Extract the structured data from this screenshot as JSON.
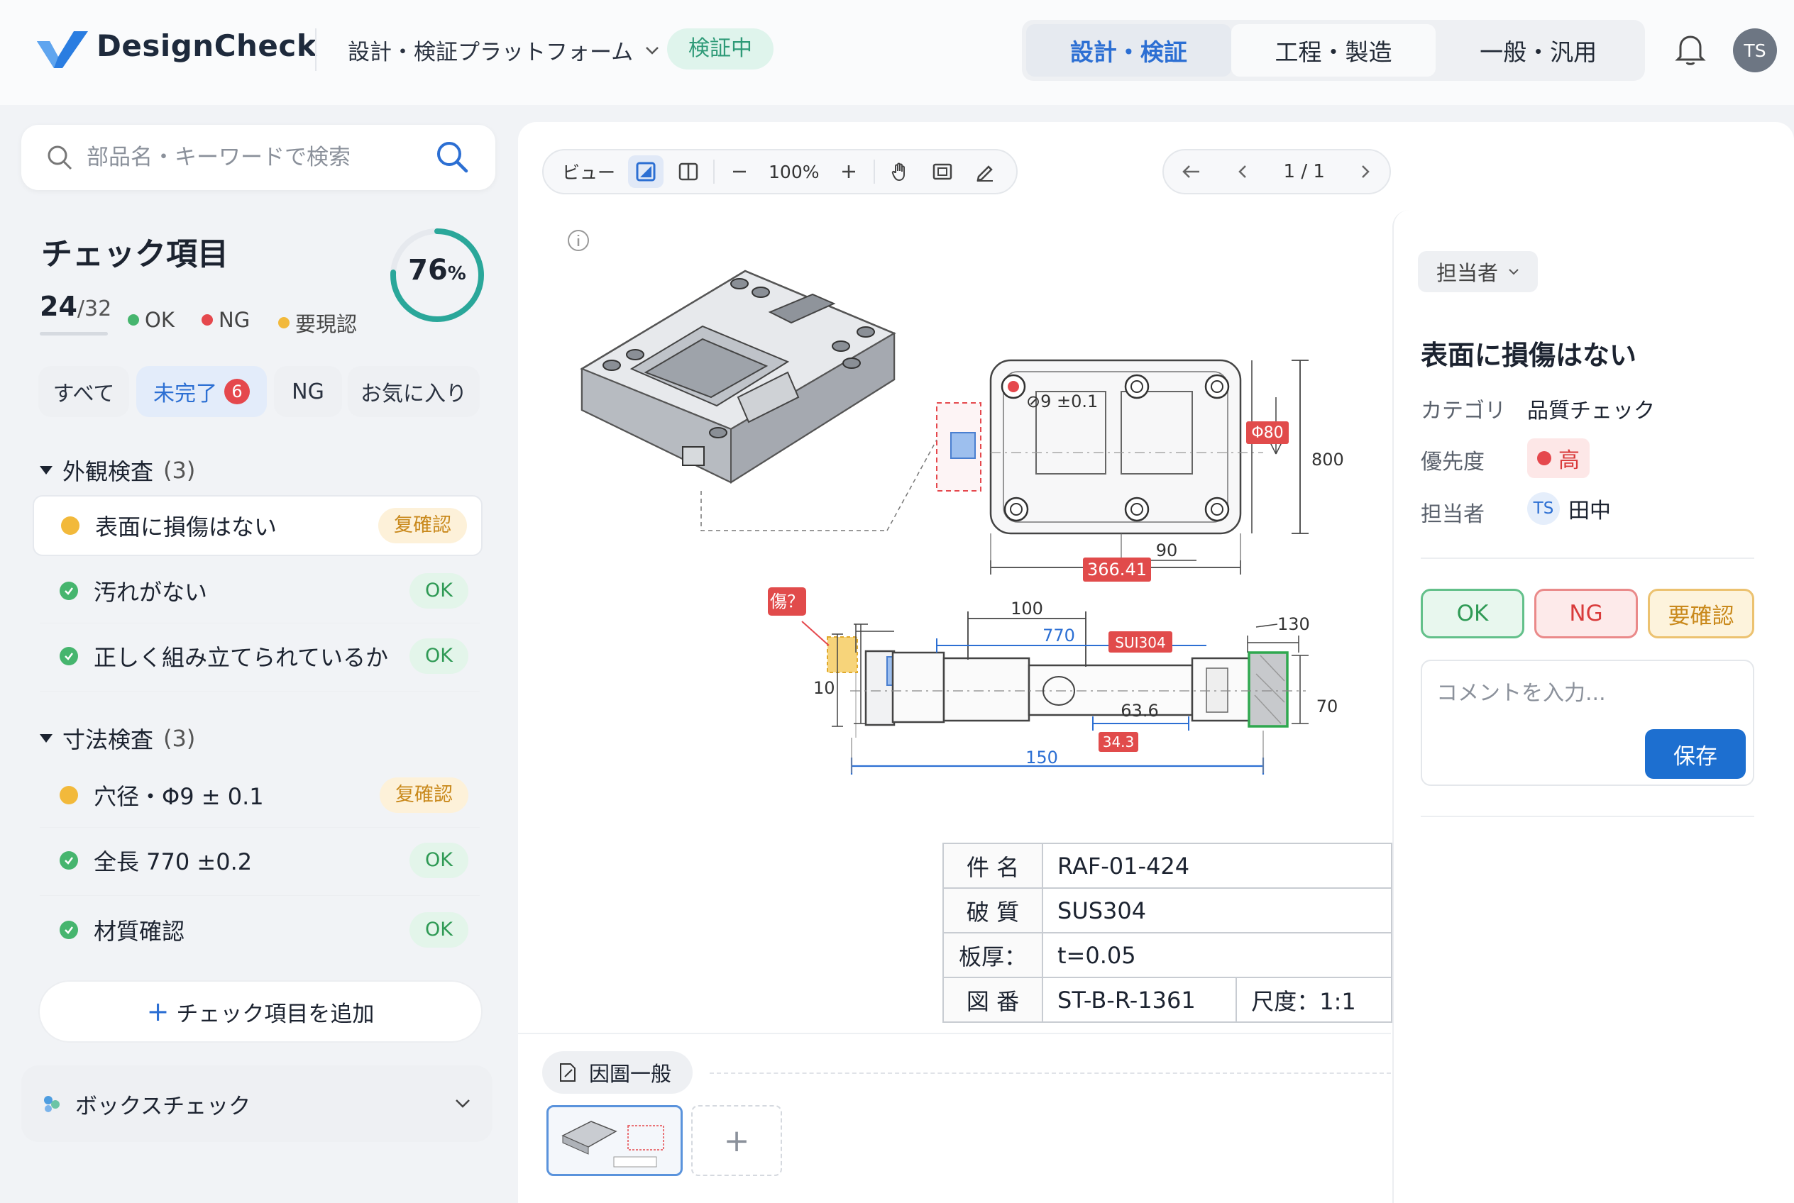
{
  "header": {
    "brand": "DesignCheck",
    "platform": "設計・検証プラットフォーム",
    "status": "検証中",
    "nav": [
      "設計・検証",
      "工程・製造",
      "一般・汎用"
    ],
    "avatar": "TS"
  },
  "search": {
    "placeholder": "部品名・キーワードで検索"
  },
  "checklist": {
    "title": "チェック項目",
    "done": "24",
    "total": "/32",
    "percent": "76",
    "percent_unit": "%",
    "progress_fraction": 0.76,
    "legend": [
      "OK",
      "NG",
      "要現認"
    ],
    "filters": [
      "すべて",
      "未完了",
      "NG",
      "お気に入り"
    ],
    "incomplete_count": "6",
    "groups": [
      {
        "name": "外観検査",
        "count": "(3)",
        "items": [
          {
            "label": "表面に損傷はない",
            "status": "复確認"
          },
          {
            "label": "汚れがない",
            "status": "OK"
          },
          {
            "label": "正しく組み立てられているか",
            "status": "OK"
          }
        ]
      },
      {
        "name": "寸法検査",
        "count": "(3)",
        "items": [
          {
            "label": "穴径・Φ9 ± 0.1",
            "status": "复確認"
          },
          {
            "label": "全長  770 ±0.2",
            "status": "OK"
          },
          {
            "label": "材質確認",
            "status": "OK"
          }
        ]
      }
    ],
    "add_label": "チェック項目を追加",
    "box_check": "ボックスチェック"
  },
  "viewer": {
    "view_label": "ビュー",
    "zoom": "100%",
    "page": "1 / 1"
  },
  "drawing": {
    "hole": "9 ±0.1",
    "phi80": "Φ80",
    "h800": "800",
    "d90": "90",
    "d366": "366.41",
    "d100": "100",
    "d770": "770",
    "material_tag": "SUI304",
    "d130": "130",
    "d10": "10",
    "d636": "63.6",
    "d70": "70",
    "d343": "34.3",
    "d150": "150",
    "defect": "傷？"
  },
  "title_block": {
    "name_k": "件 名",
    "name_v": "RAF-01-424",
    "mat_k": "破 質",
    "mat_v": "SUS304",
    "thick_k": "板厚：",
    "thick_v": "t=0.05",
    "dwg_k": "図 番",
    "dwg_v": "ST-B-R-1361",
    "scale": "尺度：1:1"
  },
  "layers": {
    "tab": "因圄一般"
  },
  "detail": {
    "assignee_dd": "担当者",
    "title": "表面に損傷はない",
    "category_k": "カテゴリ",
    "category_v": "品質チェック",
    "priority_k": "優先度",
    "priority_v": "高",
    "assignee_k": "担当者",
    "assignee_init": "TS",
    "assignee_v": "田中",
    "btn_ok": "OK",
    "btn_ng": "NG",
    "btn_recheck": "要確認",
    "comment_placeholder": "コメントを入力...",
    "save": "保存"
  },
  "colors": {
    "accent": "#1d6fd0",
    "ok": "#2f9a55",
    "ng": "#d93a3a",
    "recheck": "#c9891c"
  }
}
